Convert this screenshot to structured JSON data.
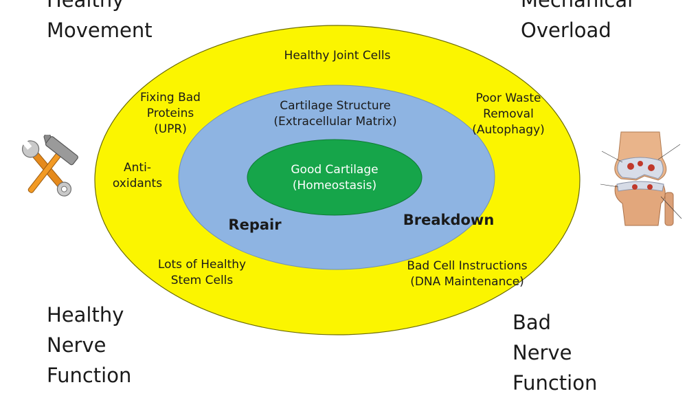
{
  "corners": {
    "top_left": "Healthy\nMovement",
    "top_right": "Mechanical\nOverload",
    "bottom_left": "Healthy\nNerve\nFunction",
    "bottom_right": "Bad\nNerve\nFunction"
  },
  "outer_ring": {
    "top": "Healthy Joint Cells",
    "upper_left": "Fixing Bad\nProteins\n(UPR)",
    "left": "Anti-\noxidants",
    "lower_left": "Lots of Healthy\nStem Cells",
    "upper_right": "Poor Waste\nRemoval\n(Autophagy)",
    "lower_right": "Bad Cell Instructions\n(DNA Maintenance)"
  },
  "middle_ring": {
    "top": "Cartilage Structure\n(Extracellular Matrix)",
    "repair": "Repair",
    "breakdown": "Breakdown"
  },
  "center": {
    "label": "Good Cartilage\n(Homeostasis)"
  },
  "icons": {
    "left": "tools-icon",
    "right": "knee-joint-icon"
  },
  "colors": {
    "outer": "#fbf500",
    "middle": "#8eb4e2",
    "center": "#16a54a"
  }
}
